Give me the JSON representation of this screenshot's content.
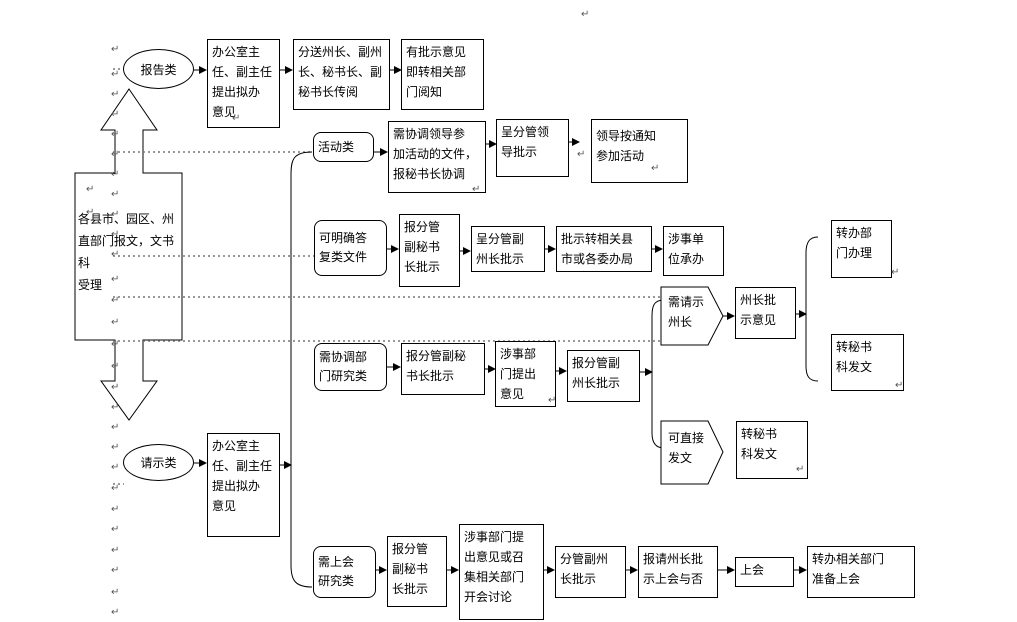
{
  "paragraph_mark": "↵",
  "source": {
    "label": "各县市、园区、州\n直部门报文，文书科\n受理"
  },
  "categories": {
    "report": "报告类",
    "request": "请示类",
    "activity": "活动类",
    "answerable": "可明确答\n复类文件",
    "coordinate": "需协调部\n门研究类",
    "meeting": "需上会\n研究类"
  },
  "report_flow": {
    "step1": "办公室主\n任、副主任\n提出拟办\n意见",
    "step2": "分送州长、副州\n长、秘书长、副\n秘书长传阅",
    "step3": "有批示意见\n即转相关部\n门阅知"
  },
  "activity_flow": {
    "step1": "需协调领导参\n加活动的文件，\n报秘书长协调",
    "step2": "呈分管领\n导批示",
    "step3": "领导按通知\n参加活动"
  },
  "answer_flow": {
    "step1": "报分管\n副秘书\n长批示",
    "step2": "呈分管副\n州长批示",
    "step3": "批示转相关县\n市或各委办局",
    "step4": "涉事单\n位承办"
  },
  "coordinate_flow": {
    "step1": "报分管副秘\n书长批示",
    "step2": "涉事部\n门提出\n意见",
    "step3": "报分管副\n州长批示"
  },
  "branch": {
    "need_governor": "需请示\n州长",
    "direct": "可直接\n发文",
    "governor_comment": "州长批\n示意见",
    "dept_handle": "转办部\n门办理",
    "sec_issue_upper": "转秘书\n科发文",
    "sec_issue_lower": "转秘书\n科发文"
  },
  "request_flow": {
    "step1": "办公室主\n任、副主任\n提出拟办\n意见"
  },
  "meeting_flow": {
    "step1": "报分管\n副秘书\n长批示",
    "step2": "涉事部门提\n出意见或召\n集相关部门\n开会讨论",
    "step3": "分管副州\n长批示",
    "step4": "报请州长批\n示上会与否",
    "step5": "上会",
    "step6": "转办相关部门\n准备上会"
  }
}
